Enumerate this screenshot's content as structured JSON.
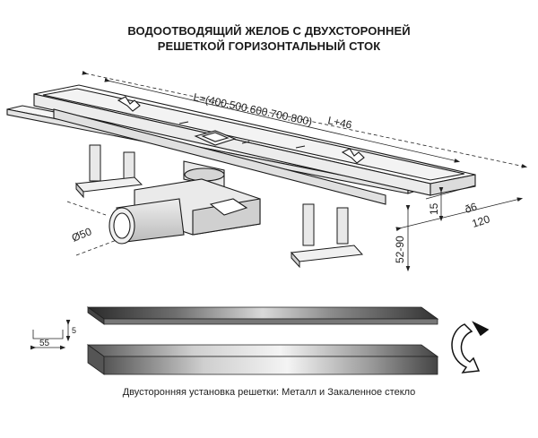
{
  "title_line1": "ВОДООТВОДЯЩИЙ ЖЕЛОБ С ДВУХСТОРОННЕЙ",
  "title_line2": "РЕШЕТКОЙ ГОРИЗОНТАЛЬНЫЙ СТОК",
  "dimensions": {
    "length": "L=(400.500.600.700.800)",
    "length_total": "L+46",
    "height_channel": "15",
    "thickness": "ð6",
    "width": "120",
    "leg_height": "52-90",
    "outlet_diameter": "Ø50",
    "grate_width": "55",
    "grate_thickness": "5"
  },
  "caption": "Двусторонняя установка решетки: Металл и Закаленное стекло"
}
